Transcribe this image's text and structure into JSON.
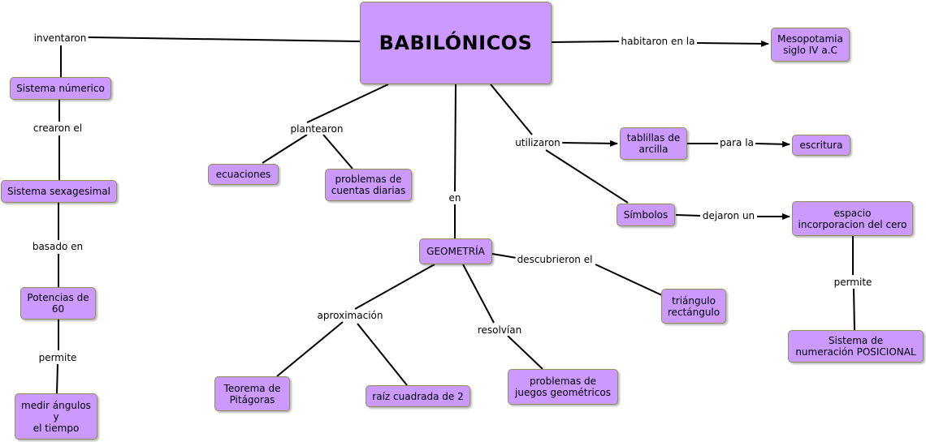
{
  "nodes": {
    "main": "BABILÓNICOS",
    "mesopotamia": "Mesopotamia\nsiglo IV a.C",
    "sistema_numerico": "Sistema númerico",
    "sistema_sexagesimal": "Sistema sexagesimal",
    "potencias": "Potencias de\n60",
    "medir": "medir ángulos\ny\nel tiempo",
    "ecuaciones": "ecuaciones",
    "problemas_cuentas": "problemas de\ncuentas diarias",
    "geometria": "GEOMETRÍA",
    "tablillas": "tablillas de\narcilla",
    "escritura": "escritura",
    "simbolos": "Símbolos",
    "espacio": "espacio\nincorporacion del cero",
    "sistema_posicional": "Sistema de\nnumeración POSICIONAL",
    "triangulo": "triángulo\nrectángulo",
    "teorema": "Teorema de\nPitágoras",
    "raiz": "raíz cuadrada de 2",
    "problemas_juegos": "problemas de\njuegos geométricos"
  },
  "links": {
    "inventaron": "inventaron",
    "crearon": "crearon el",
    "basado": "basado en",
    "permite1": "permite",
    "habitaron": "habitaron en la",
    "plantearon": "plantearon",
    "en": "en",
    "utilizaron": "utilizaron",
    "para": "para la",
    "dejaron": "dejaron un",
    "permite2": "permite",
    "descubrieron": "descubrieron el",
    "aproximacion": "aproximación",
    "resolvian": "resolvían"
  },
  "colors": {
    "node_fill": "#cc99ff",
    "node_border": "#8f8f5a",
    "line": "#000000"
  }
}
